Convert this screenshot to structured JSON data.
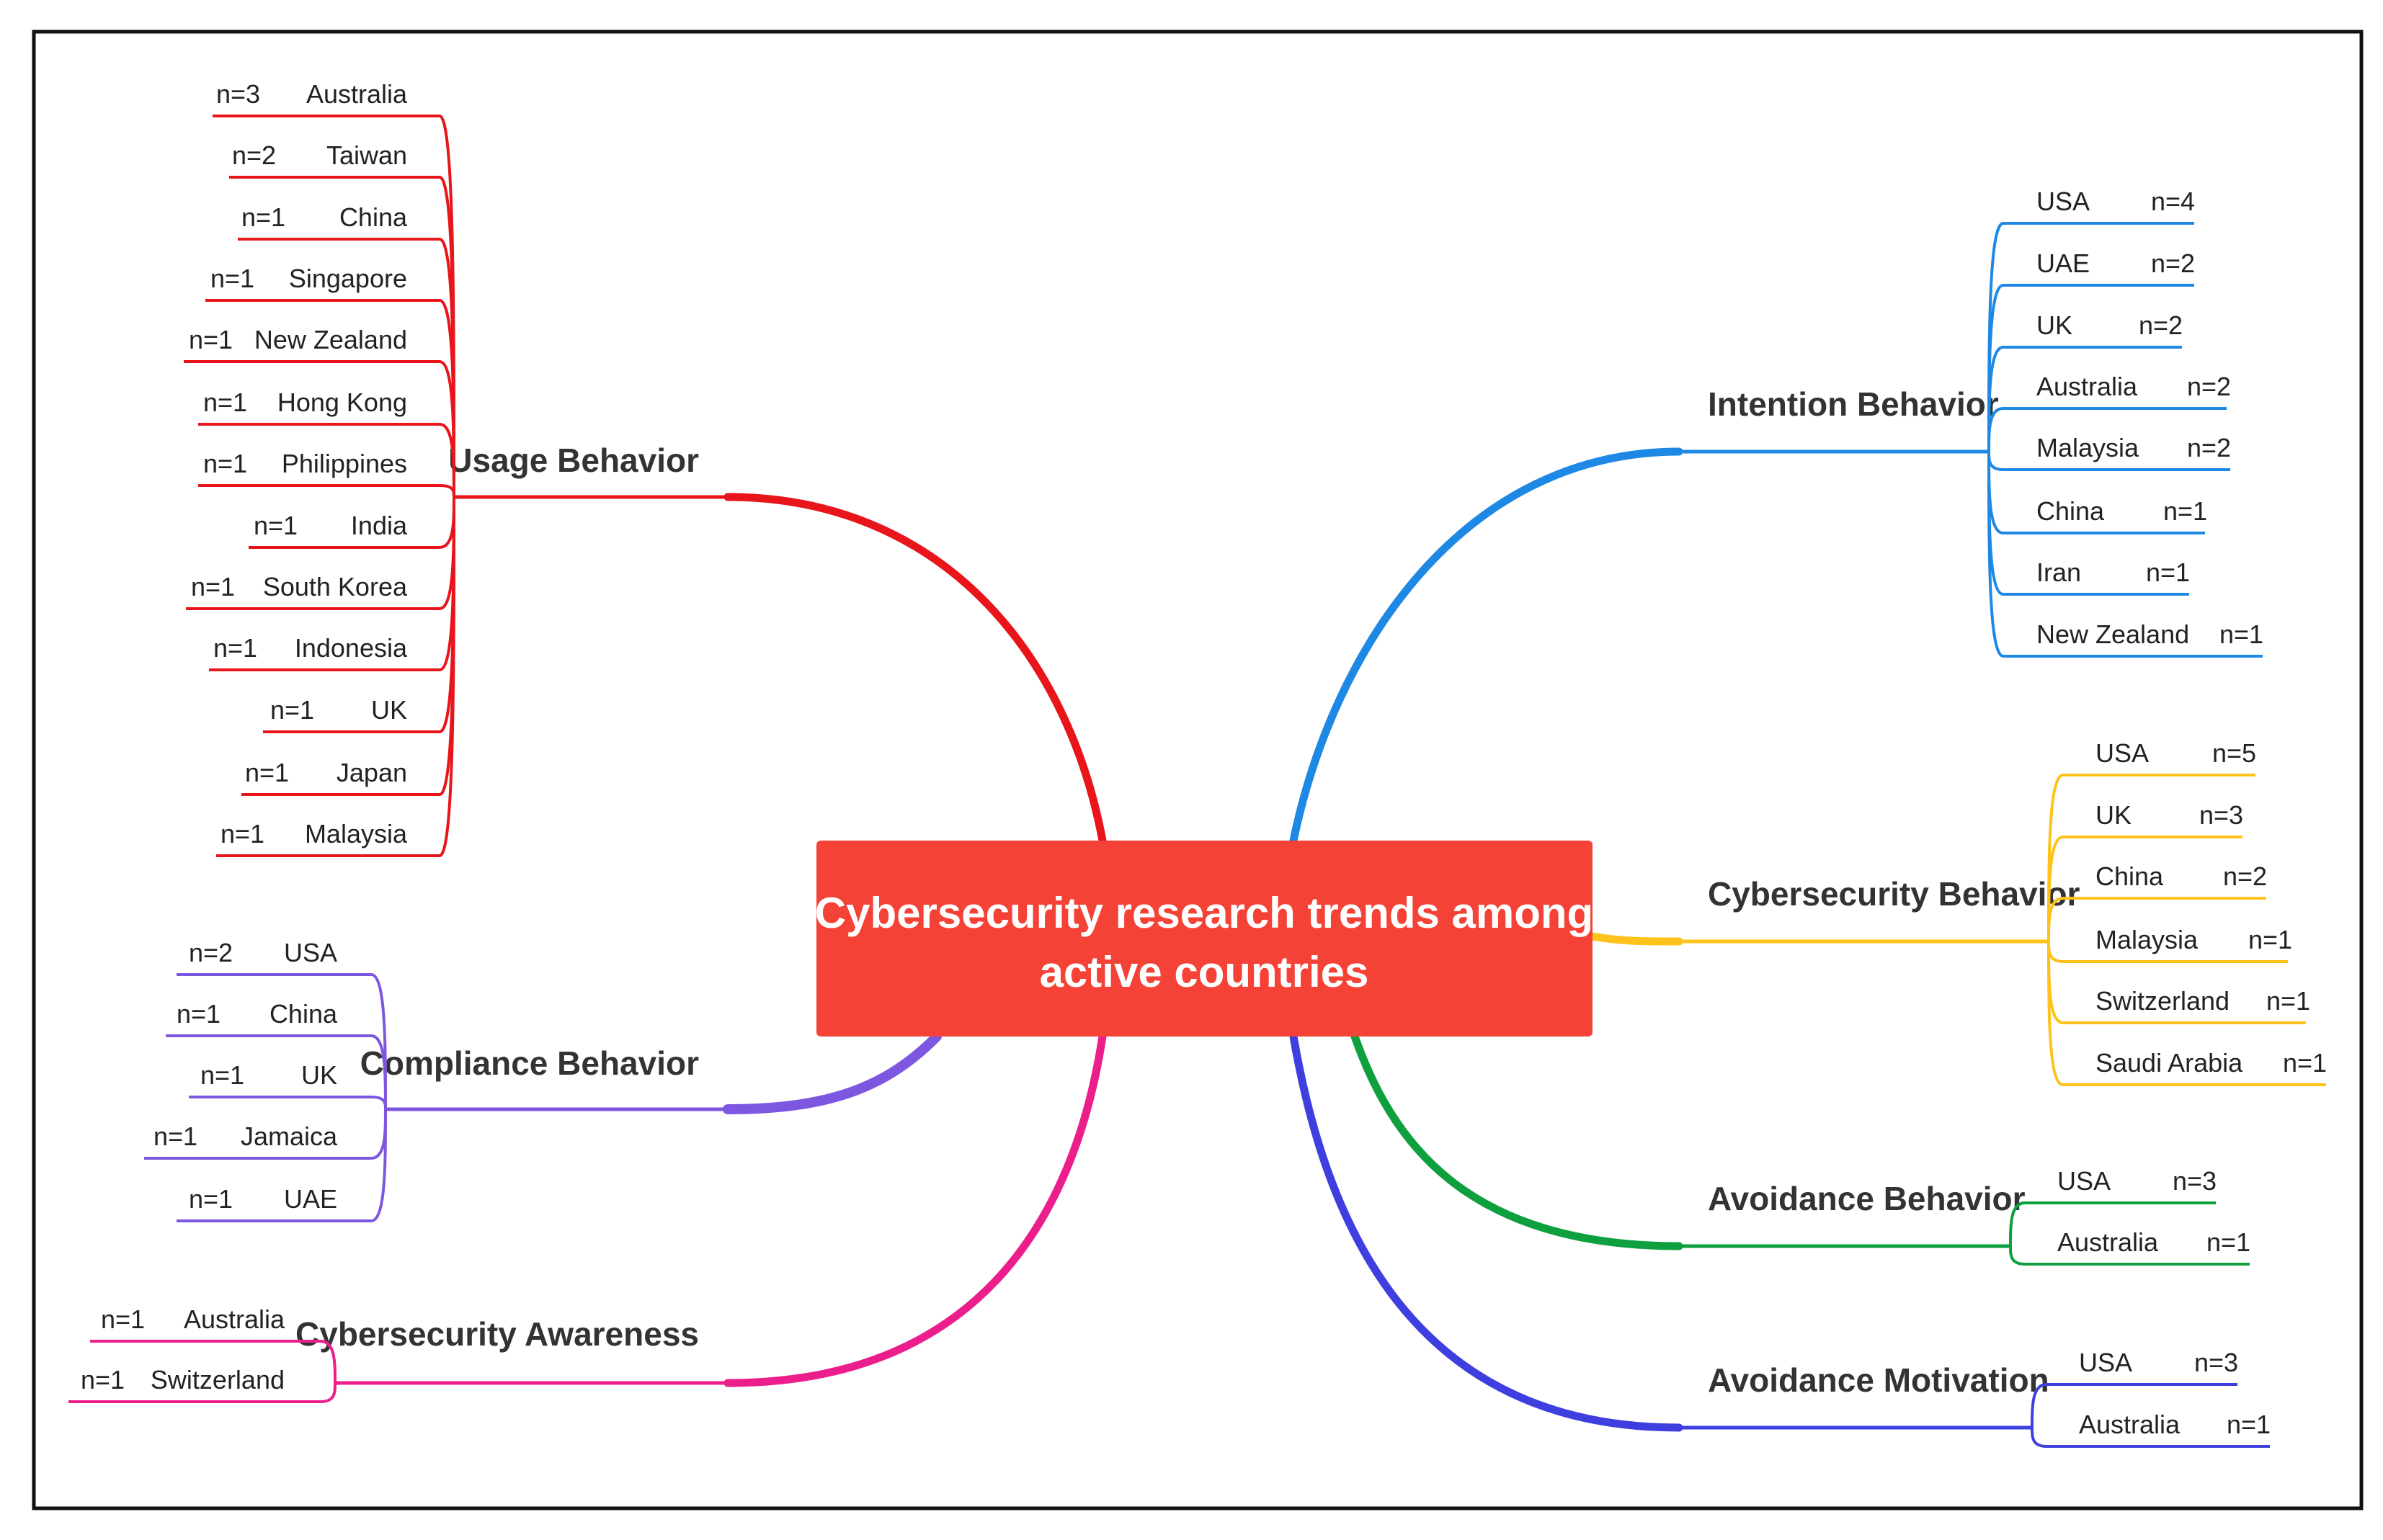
{
  "center": {
    "line1": "Cybersecurity research trends among",
    "line2": "active countries",
    "color": "#F44336"
  },
  "branches": [
    {
      "id": "usage",
      "title": "Usage Behavior",
      "color": "#E8151B",
      "items": [
        {
          "country": "Australia",
          "count": "n=3"
        },
        {
          "country": "Taiwan",
          "count": "n=2"
        },
        {
          "country": "China",
          "count": "n=1"
        },
        {
          "country": "Singapore",
          "count": "n=1"
        },
        {
          "country": "New Zealand",
          "count": "n=1"
        },
        {
          "country": "Hong Kong",
          "count": "n=1"
        },
        {
          "country": "Philippines",
          "count": "n=1"
        },
        {
          "country": "India",
          "count": "n=1"
        },
        {
          "country": "South Korea",
          "count": "n=1"
        },
        {
          "country": "Indonesia",
          "count": "n=1"
        },
        {
          "country": "UK",
          "count": "n=1"
        },
        {
          "country": "Japan",
          "count": "n=1"
        },
        {
          "country": "Malaysia",
          "count": "n=1"
        }
      ]
    },
    {
      "id": "compliance",
      "title": "Compliance Behavior",
      "color": "#7E57E0",
      "items": [
        {
          "country": "USA",
          "count": "n=2"
        },
        {
          "country": "China",
          "count": "n=1"
        },
        {
          "country": "UK",
          "count": "n=1"
        },
        {
          "country": "Jamaica",
          "count": "n=1"
        },
        {
          "country": "UAE",
          "count": "n=1"
        }
      ]
    },
    {
      "id": "awareness",
      "title": "Cybersecurity Awareness",
      "color": "#EC1E8C",
      "items": [
        {
          "country": "Australia",
          "count": "n=1"
        },
        {
          "country": "Switzerland",
          "count": "n=1"
        }
      ]
    },
    {
      "id": "intention",
      "title": "Intention Behavior",
      "color": "#1E88E5",
      "items": [
        {
          "country": "USA",
          "count": "n=4"
        },
        {
          "country": "UAE",
          "count": "n=2"
        },
        {
          "country": "UK",
          "count": "n=2"
        },
        {
          "country": "Australia",
          "count": "n=2"
        },
        {
          "country": "Malaysia",
          "count": "n=2"
        },
        {
          "country": "China",
          "count": "n=1"
        },
        {
          "country": "Iran",
          "count": "n=1"
        },
        {
          "country": "New Zealand",
          "count": "n=1"
        }
      ]
    },
    {
      "id": "cybersecurity",
      "title": "Cybersecurity Behavior",
      "color": "#FFC21A",
      "items": [
        {
          "country": "USA",
          "count": "n=5"
        },
        {
          "country": "UK",
          "count": "n=3"
        },
        {
          "country": "China",
          "count": "n=2"
        },
        {
          "country": "Malaysia",
          "count": "n=1"
        },
        {
          "country": "Switzerland",
          "count": "n=1"
        },
        {
          "country": "Saudi Arabia",
          "count": "n=1"
        }
      ]
    },
    {
      "id": "avoidance-behavior",
      "title": "Avoidance Behavior",
      "color": "#0E9F3E",
      "items": [
        {
          "country": "USA",
          "count": "n=3"
        },
        {
          "country": "Australia",
          "count": "n=1"
        }
      ]
    },
    {
      "id": "avoidance-motivation",
      "title": "Avoidance Motivation",
      "color": "#3F3FE0",
      "items": [
        {
          "country": "USA",
          "count": "n=3"
        },
        {
          "country": "Australia",
          "count": "n=1"
        }
      ]
    }
  ]
}
